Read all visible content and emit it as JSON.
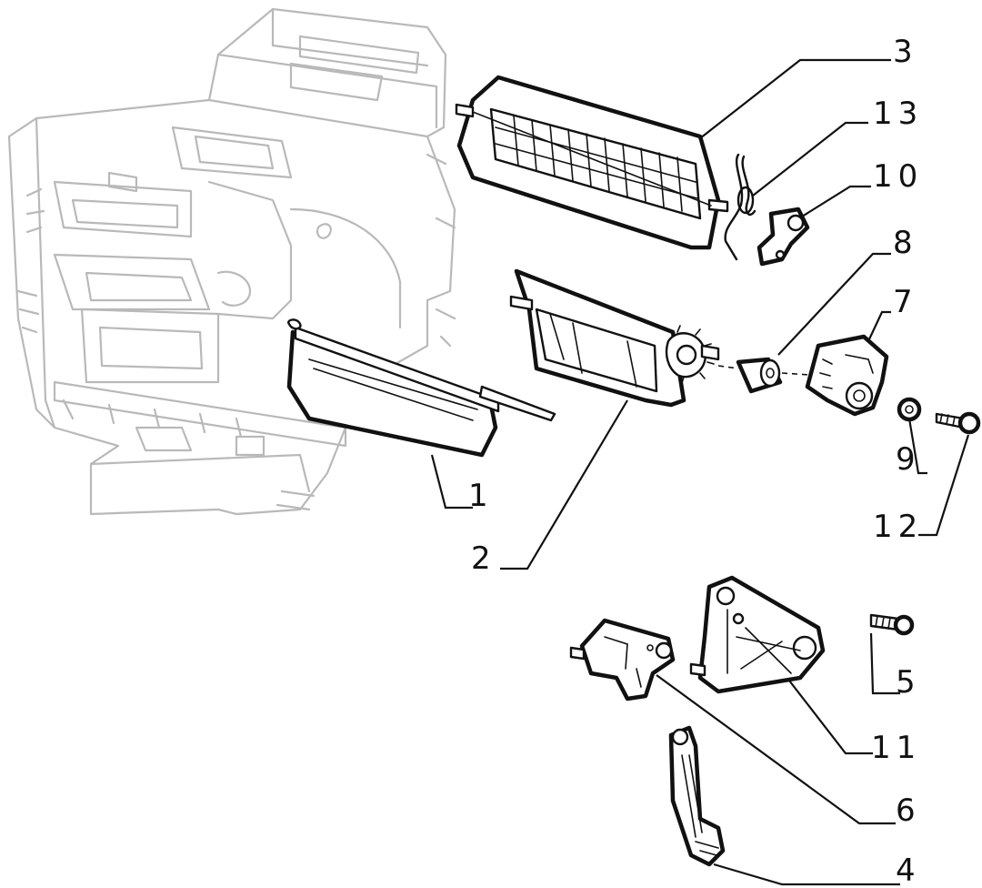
{
  "callouts": [
    {
      "id": "1",
      "text": "1"
    },
    {
      "id": "2",
      "text": "2"
    },
    {
      "id": "3",
      "text": "3"
    },
    {
      "id": "4",
      "text": "4"
    },
    {
      "id": "5",
      "text": "5"
    },
    {
      "id": "6",
      "text": "6"
    },
    {
      "id": "7",
      "text": "7"
    },
    {
      "id": "8",
      "text": "8"
    },
    {
      "id": "9",
      "text": "9"
    },
    {
      "id": "10",
      "text": "10"
    },
    {
      "id": "11",
      "text": "11"
    },
    {
      "id": "12",
      "text": "12"
    },
    {
      "id": "13",
      "text": "13"
    }
  ],
  "colors": {
    "ink": "#111111",
    "housing": "#b9b9b9",
    "background": "#ffffff"
  }
}
